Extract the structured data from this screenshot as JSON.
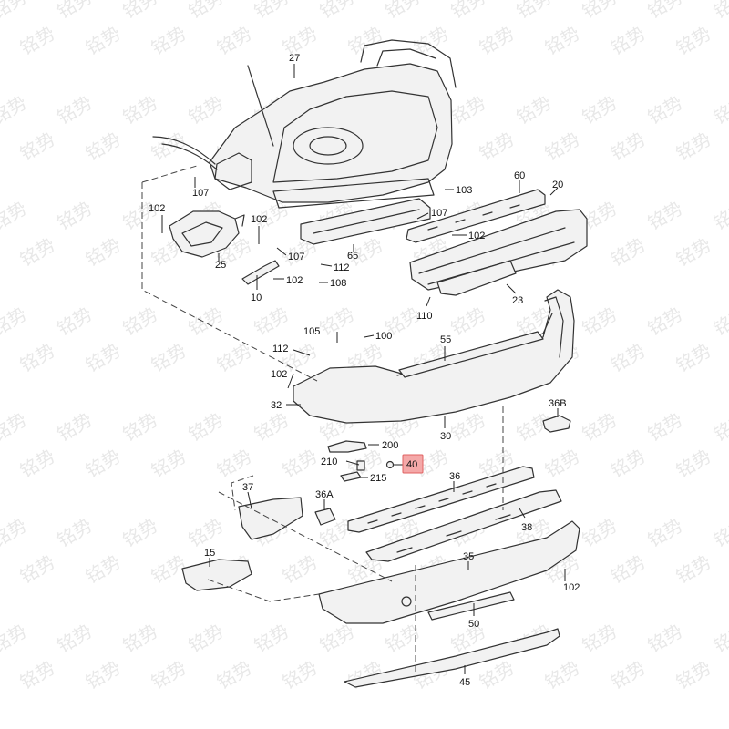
{
  "diagram": {
    "watermark": "铭势",
    "highlight_color": "#f4a8a8",
    "callouts": [
      {
        "id": "c27",
        "text": "27"
      },
      {
        "id": "c107a",
        "text": "107"
      },
      {
        "id": "c103",
        "text": "103"
      },
      {
        "id": "c60",
        "text": "60"
      },
      {
        "id": "c20",
        "text": "20"
      },
      {
        "id": "c102a",
        "text": "102"
      },
      {
        "id": "c102b",
        "text": "102"
      },
      {
        "id": "c107b",
        "text": "107"
      },
      {
        "id": "c102c",
        "text": "102"
      },
      {
        "id": "c25",
        "text": "25"
      },
      {
        "id": "c107c",
        "text": "107"
      },
      {
        "id": "c65",
        "text": "65"
      },
      {
        "id": "c112a",
        "text": "112"
      },
      {
        "id": "c10",
        "text": "10"
      },
      {
        "id": "c102d",
        "text": "102"
      },
      {
        "id": "c108",
        "text": "108"
      },
      {
        "id": "c23",
        "text": "23"
      },
      {
        "id": "c110",
        "text": "110"
      },
      {
        "id": "c105",
        "text": "105"
      },
      {
        "id": "c100",
        "text": "100"
      },
      {
        "id": "c55",
        "text": "55"
      },
      {
        "id": "c112b",
        "text": "112"
      },
      {
        "id": "c102e",
        "text": "102"
      },
      {
        "id": "c32",
        "text": "32"
      },
      {
        "id": "c30",
        "text": "30"
      },
      {
        "id": "c36B",
        "text": "36B"
      },
      {
        "id": "c200",
        "text": "200"
      },
      {
        "id": "c210",
        "text": "210"
      },
      {
        "id": "c40",
        "text": "40"
      },
      {
        "id": "c215",
        "text": "215"
      },
      {
        "id": "c36",
        "text": "36"
      },
      {
        "id": "c37",
        "text": "37"
      },
      {
        "id": "c36A",
        "text": "36A"
      },
      {
        "id": "c38",
        "text": "38"
      },
      {
        "id": "c15",
        "text": "15"
      },
      {
        "id": "c35",
        "text": "35"
      },
      {
        "id": "c102f",
        "text": "102"
      },
      {
        "id": "c50",
        "text": "50"
      },
      {
        "id": "c45",
        "text": "45"
      }
    ]
  }
}
